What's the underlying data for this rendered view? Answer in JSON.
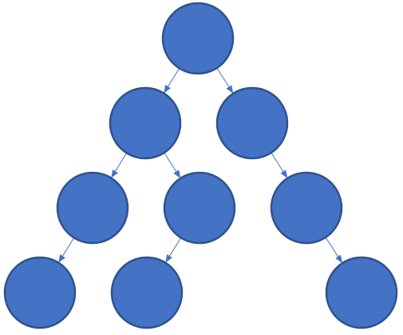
{
  "diagram": {
    "type": "binary-tree",
    "colors": {
      "node_fill": "#4472c4",
      "node_stroke": "#2f528f",
      "edge": "#4472c4"
    },
    "nodes": [
      {
        "id": "n0",
        "level": 0
      },
      {
        "id": "n1",
        "level": 1,
        "parent": "n0"
      },
      {
        "id": "n2",
        "level": 1,
        "parent": "n0"
      },
      {
        "id": "n3",
        "level": 2,
        "parent": "n1"
      },
      {
        "id": "n4",
        "level": 2,
        "parent": "n1"
      },
      {
        "id": "n5",
        "level": 2,
        "parent": "n2"
      },
      {
        "id": "n6",
        "level": 3,
        "parent": "n3"
      },
      {
        "id": "n7",
        "level": 3,
        "parent": "n4"
      },
      {
        "id": "n8",
        "level": 3,
        "parent": "n5"
      }
    ],
    "edges": [
      {
        "from": "n0",
        "to": "n1"
      },
      {
        "from": "n0",
        "to": "n2"
      },
      {
        "from": "n1",
        "to": "n3"
      },
      {
        "from": "n1",
        "to": "n4"
      },
      {
        "from": "n2",
        "to": "n5"
      },
      {
        "from": "n3",
        "to": "n6"
      },
      {
        "from": "n4",
        "to": "n7"
      },
      {
        "from": "n5",
        "to": "n8"
      }
    ]
  }
}
